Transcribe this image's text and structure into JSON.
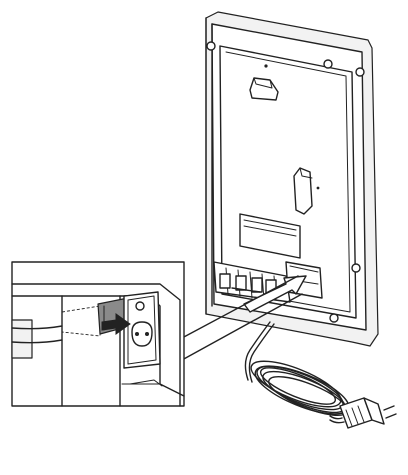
{
  "colors": {
    "line": "#222222",
    "background": "#ffffff",
    "panel_fill": "#f2f2f2",
    "panel_inner": "#e6e6e6",
    "plug_fill": "#8a8a8a",
    "arrow_fill": "#ffffff"
  },
  "icons": {
    "mounting_panel": "wall-mount-bracket",
    "inset_detail": "power-socket-closeup",
    "power_cable": "coiled-power-cord",
    "plug": "iec-power-plug",
    "direction": "insertion-arrow"
  }
}
